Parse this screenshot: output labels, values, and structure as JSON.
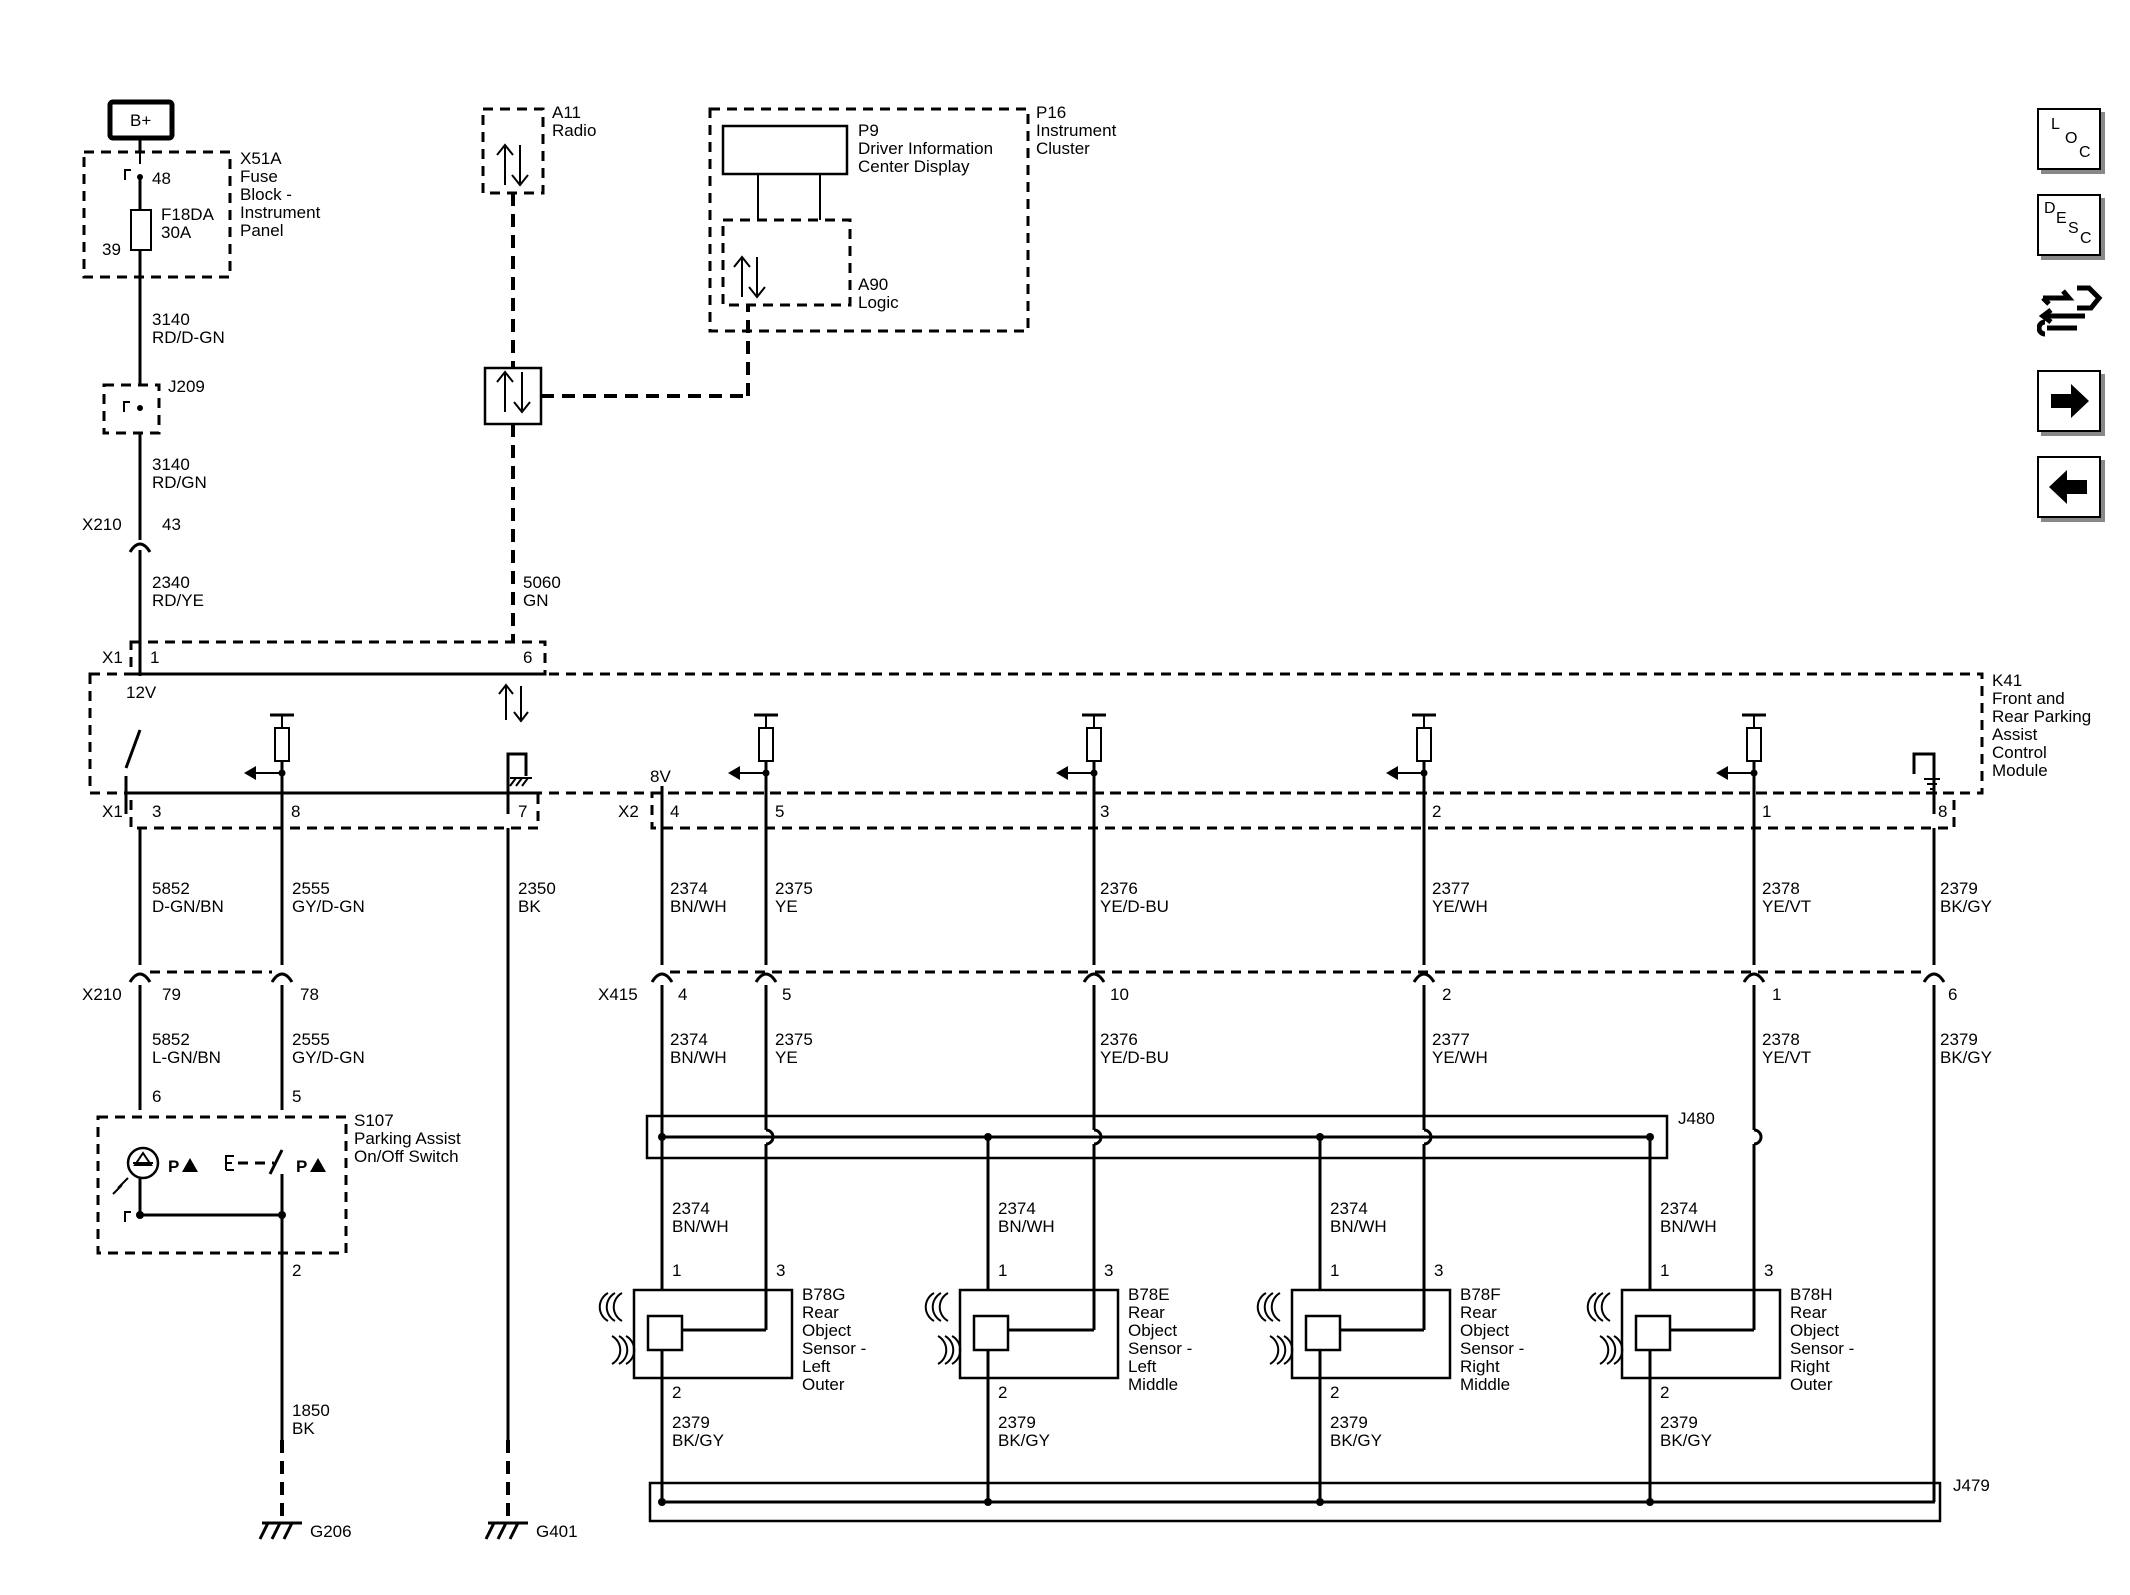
{
  "power": {
    "label": "B+"
  },
  "fuse_block": {
    "ref": "X51A",
    "name_lines": [
      "Fuse",
      "Block -",
      "Instrument",
      "Panel"
    ],
    "pin_in": "48",
    "pin_out": "39",
    "fuse": "F18DA",
    "rating": "30A"
  },
  "radio": {
    "ref": "A11",
    "name": "Radio"
  },
  "cluster": {
    "ref": "P16",
    "name_lines": [
      "Instrument",
      "Cluster"
    ],
    "display_ref": "P9",
    "display_lines": [
      "Driver Information",
      "Center Display"
    ],
    "logic_ref": "A90",
    "logic_name": "Logic"
  },
  "splice_j209": "J209",
  "wires_top": [
    {
      "circuit": "3140",
      "color": "RD/D-GN"
    },
    {
      "circuit": "3140",
      "color": "RD/GN"
    },
    {
      "circuit": "2340",
      "color": "RD/YE"
    },
    {
      "circuit": "5060",
      "color": "GN"
    }
  ],
  "x210_top": {
    "ref": "X210",
    "pin": "43"
  },
  "module": {
    "ref": "K41",
    "name_lines": [
      "Front and",
      "Rear Parking",
      "Assist",
      "Control",
      "Module"
    ],
    "v12": "12V",
    "v8": "8V"
  },
  "x1_top": {
    "ref": "X1",
    "pins": [
      "1",
      "6"
    ]
  },
  "x1_bottom": {
    "ref": "X1",
    "pins": [
      "3",
      "8",
      "7"
    ]
  },
  "x2": {
    "ref": "X2",
    "pins": [
      "4",
      "5",
      "3",
      "2",
      "1",
      "8"
    ]
  },
  "wires_mid": [
    {
      "circuit": "5852",
      "color": "D-GN/BN"
    },
    {
      "circuit": "2555",
      "color": "GY/D-GN"
    },
    {
      "circuit": "2350",
      "color": "BK"
    },
    {
      "circuit": "2374",
      "color": "BN/WH"
    },
    {
      "circuit": "2375",
      "color": "YE"
    },
    {
      "circuit": "2376",
      "color": "YE/D-BU"
    },
    {
      "circuit": "2377",
      "color": "YE/WH"
    },
    {
      "circuit": "2378",
      "color": "YE/VT"
    },
    {
      "circuit": "2379",
      "color": "BK/GY"
    }
  ],
  "x210_bottom": {
    "ref": "X210",
    "pins": [
      "79",
      "78"
    ]
  },
  "x415": {
    "ref": "X415",
    "pins": [
      "4",
      "5",
      "10",
      "2",
      "1",
      "6"
    ]
  },
  "wires_low": [
    {
      "circuit": "5852",
      "color": "L-GN/BN"
    },
    {
      "circuit": "2555",
      "color": "GY/D-GN"
    },
    {
      "circuit": "2374",
      "color": "BN/WH"
    },
    {
      "circuit": "2375",
      "color": "YE"
    },
    {
      "circuit": "2376",
      "color": "YE/D-BU"
    },
    {
      "circuit": "2377",
      "color": "YE/WH"
    },
    {
      "circuit": "2378",
      "color": "YE/VT"
    },
    {
      "circuit": "2379",
      "color": "BK/GY"
    }
  ],
  "switch": {
    "ref": "S107",
    "name_lines": [
      "Parking Assist",
      "On/Off Switch"
    ],
    "pins": [
      "6",
      "5",
      "2"
    ]
  },
  "splices": {
    "upper": "J480",
    "lower": "J479"
  },
  "sensor_wire": {
    "circuit": "2374",
    "color": "BN/WH"
  },
  "ground_wire": {
    "circuit": "2379",
    "color": "BK/GY"
  },
  "sensors": [
    {
      "ref": "B78G",
      "name_lines": [
        "Rear",
        "Object",
        "Sensor -",
        "Left",
        "Outer"
      ],
      "pins": [
        "1",
        "3",
        "2"
      ]
    },
    {
      "ref": "B78E",
      "name_lines": [
        "Rear",
        "Object",
        "Sensor -",
        "Left",
        "Middle"
      ],
      "pins": [
        "1",
        "3",
        "2"
      ]
    },
    {
      "ref": "B78F",
      "name_lines": [
        "Rear",
        "Object",
        "Sensor -",
        "Right",
        "Middle"
      ],
      "pins": [
        "1",
        "3",
        "2"
      ]
    },
    {
      "ref": "B78H",
      "name_lines": [
        "Rear",
        "Object",
        "Sensor -",
        "Right",
        "Outer"
      ],
      "pins": [
        "1",
        "3",
        "2"
      ]
    }
  ],
  "ground_1850": {
    "circuit": "1850",
    "color": "BK"
  },
  "grounds": [
    "G206",
    "G401"
  ],
  "nav": [
    {
      "name": "loc",
      "letters": [
        "L",
        "O",
        "C"
      ]
    },
    {
      "name": "desc",
      "letters": [
        "D",
        "E",
        "S",
        "C"
      ]
    },
    {
      "name": "connector-icon"
    },
    {
      "name": "next"
    },
    {
      "name": "prev"
    }
  ]
}
